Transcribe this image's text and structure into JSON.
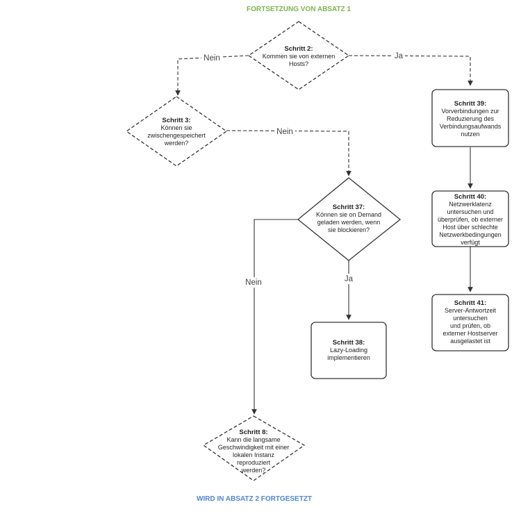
{
  "colors": {
    "header_top": "#7ab648",
    "header_bottom": "#4a86e8",
    "stroke": "#333333"
  },
  "header_top": "FORTSETZUNG VON ABSATZ 1",
  "header_bottom": "WIRD IN ABSATZ 2 FORTGESETZT",
  "nodes": {
    "step2": {
      "title": "Schritt 2:",
      "lines": [
        "Kommen sie von externen",
        "Hosts?"
      ]
    },
    "step3": {
      "title": "Schritt 3:",
      "lines": [
        "Können sie",
        "zwischengespeichert",
        "werden?"
      ]
    },
    "step37": {
      "title": "Schritt 37:",
      "lines": [
        "Können sie on Demand",
        "geladen werden, wenn",
        "sie blockieren?"
      ]
    },
    "step38": {
      "title": "Schritt 38:",
      "lines": [
        "Lazy-Loading",
        "implementieren"
      ]
    },
    "step8": {
      "title": "Schritt 8:",
      "lines": [
        "Kann die langsame",
        "Geschwindigkeit mit einer",
        "lokalen Instanz",
        "reproduziert",
        "werden?"
      ]
    },
    "step39": {
      "title": "Schritt 39:",
      "lines": [
        "Vorverbindungen zur",
        "Reduzierung des",
        "Verbindungsaufwands",
        "nutzen"
      ]
    },
    "step40": {
      "title": "Schritt 40:",
      "lines": [
        "Netzwerklatenz",
        "untersuchen und",
        "überprüfen, ob externer",
        "Host über schlechte",
        "Netzwerkbedingungen",
        "verfügt"
      ]
    },
    "step41": {
      "title": "Schritt 41:",
      "lines": [
        "Server-Antwortzeit",
        "untersuchen",
        "und prüfen, ob",
        "externer Hostserver",
        "ausgelastet ist"
      ]
    }
  },
  "edge_labels": {
    "step2_no": "Nein",
    "step2_yes": "Ja",
    "step3_no": "Nein",
    "step37_no": "Nein",
    "step37_yes": "Ja"
  }
}
